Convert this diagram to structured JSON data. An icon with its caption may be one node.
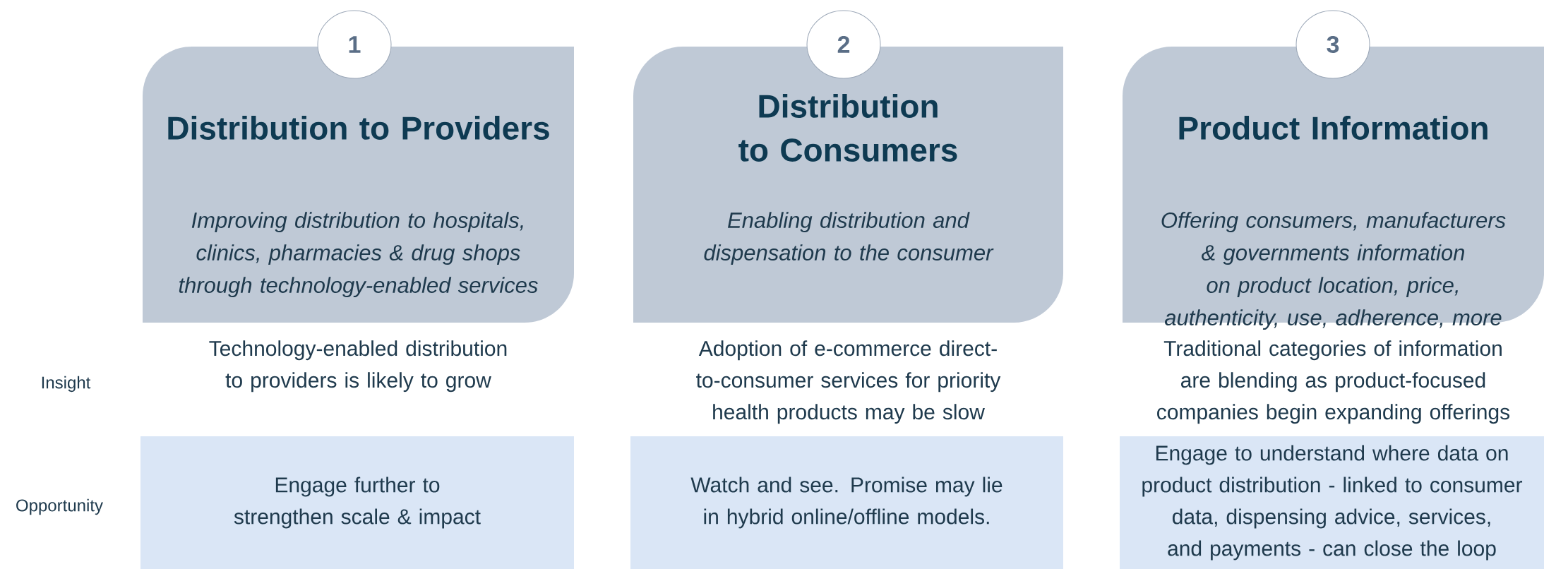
{
  "diagram": {
    "nodes": [
      {
        "text": [
          "1"
        ]
      },
      {
        "text": [
          "Distribution to Providers",
          "*Improving distribution to hospitals, clinics, pharmacies & drug shops through technology-enabled services*"
        ]
      },
      {
        "text": [
          "2"
        ]
      },
      {
        "text": [
          "Distribution to Consumers",
          "*Enabling distribution and dispensation to the consumer*"
        ]
      },
      {
        "text": [
          "3"
        ]
      },
      {
        "text": [
          "Product Information",
          "*Offering consumers, manufacturers & governments information on product location, price, authenticity, use, adherence, more*"
        ]
      },
      {
        "text": [
          "Engage further to strengthen scale & impact"
        ]
      },
      {
        "text": [
          "Watch and see. Promise may lie in hybrid online/offline models."
        ]
      },
      {
        "text": [
          "Engage to understand where data on product distribution - linked to consumer data, dispensing advice, services, and payments - can close the loop"
        ]
      }
    ],
    "labels": [
      "Insight",
      "Technology-enabled distribution to providers is likely to grow",
      "Adoption of e-commerce direct-to-consumer services for priority health products may be slow",
      "Traditional categories of information are blending as product-focused companies begin expanding offerings",
      "Opportunity"
    ]
  }
}
